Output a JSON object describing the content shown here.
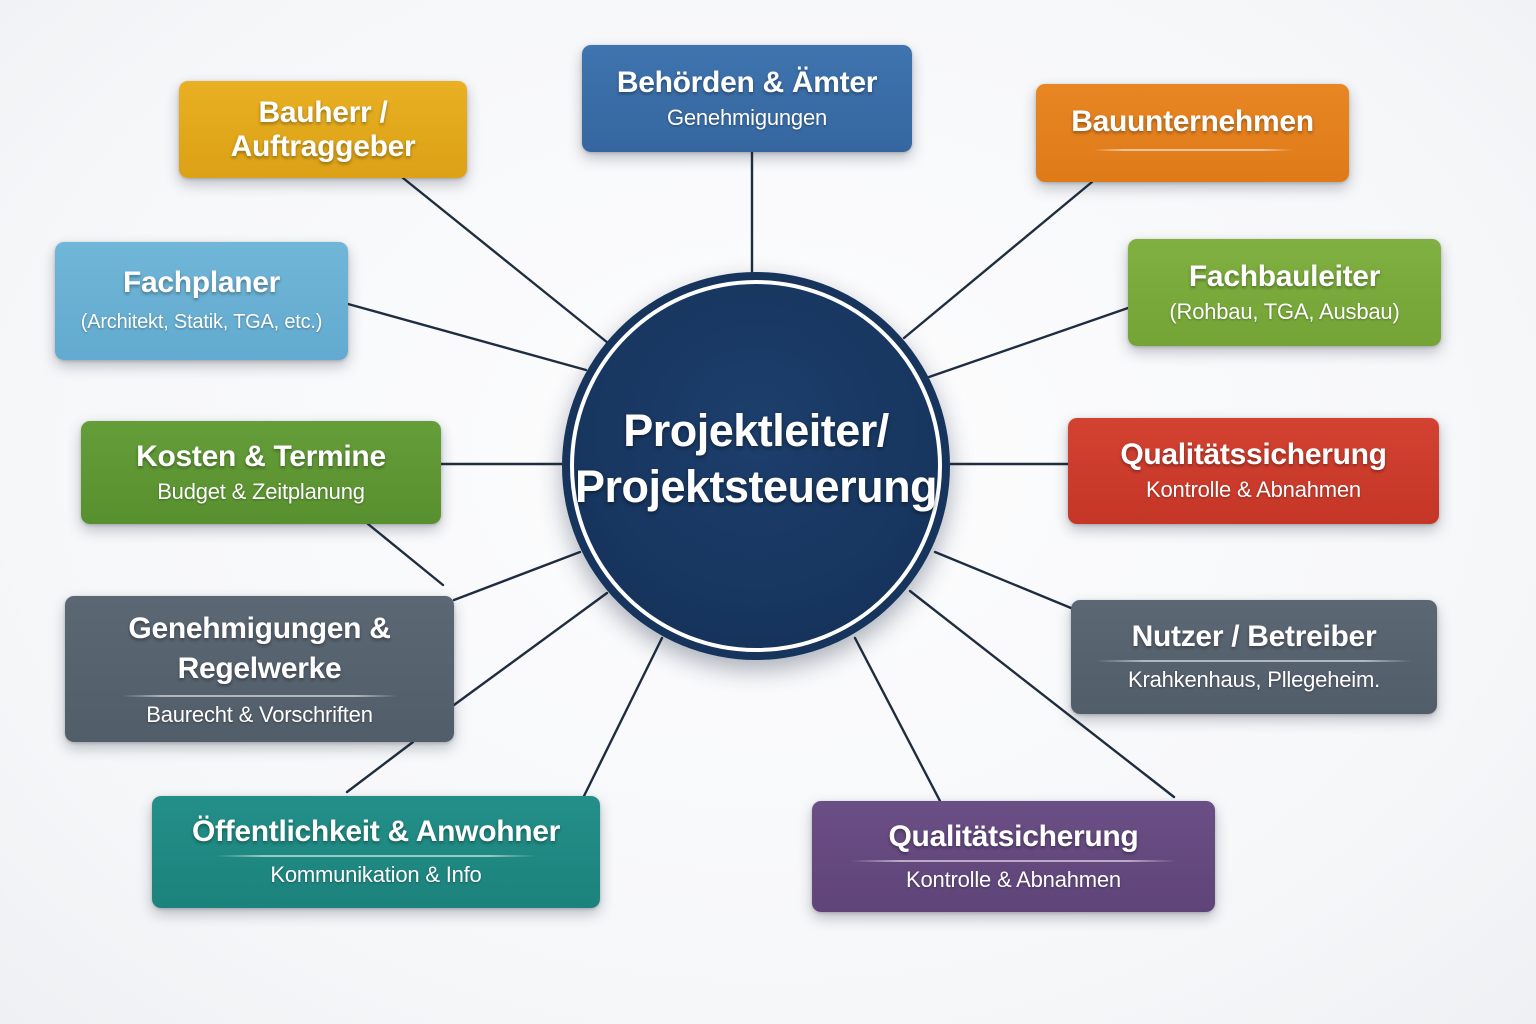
{
  "hub": {
    "label_line1": "Projektleiter/",
    "label_line2": "Projektsteuerung",
    "color": "#16345c"
  },
  "nodes": {
    "bauherr": {
      "title_line1": "Bauherr /",
      "title_line2": "Auftraggeber",
      "color": "#e3a91c"
    },
    "behoerden": {
      "title": "Behörden & Ämter",
      "subtitle": "Genehmigungen",
      "color": "#3a6da8"
    },
    "bauunternehmen": {
      "title": "Bauunternehmen",
      "color": "#e47f1e"
    },
    "fachplaner": {
      "title": "Fachplaner",
      "subtitle": "(Architekt, Statik, TGA, etc.)",
      "color": "#6ab1d4"
    },
    "fachbauleiter": {
      "title": "Fachbauleiter",
      "subtitle": "(Rohbau, TGA, Ausbau)",
      "color": "#7baa3c"
    },
    "kosten": {
      "title": "Kosten & Termine",
      "subtitle": "Budget & Zeitplanung",
      "color": "#5e9634"
    },
    "qualitaet_red": {
      "title": "Qualitätssicherung",
      "subtitle": "Kontrolle & Abnahmen",
      "color": "#cc3b2c"
    },
    "genehmigungen": {
      "title_line1": "Genehmigungen &",
      "title_line2": "Regelwerke",
      "subtitle": "Baurecht & Vorschriften",
      "color": "#57626f"
    },
    "nutzer": {
      "title": "Nutzer / Betreiber",
      "subtitle": "Krahkenhaus, Pllegeheim.",
      "color": "#57626f"
    },
    "oeffentlichkeit": {
      "title": "Öffentlichkeit & Anwohner",
      "subtitle": "Kommunikation & Info",
      "color": "#1f8a84"
    },
    "qualitaet_purple": {
      "title": "Qualitätsicherung",
      "subtitle": "Kontrolle & Abnahmen",
      "color": "#65497f"
    }
  },
  "connector_color": "#1f2d40"
}
